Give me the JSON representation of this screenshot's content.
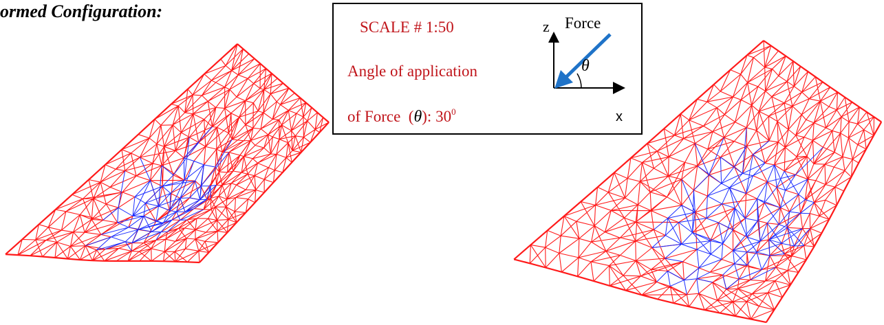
{
  "heading": "ormed Configuration:",
  "infobox": {
    "scale_label": "SCALE # 1:50",
    "angle_line": "Angle of application",
    "force_line_prefix": "of Force",
    "theta_symbol": "θ",
    "angle_value": "30",
    "degree_mark": "0",
    "axis_z": "z",
    "axis_x": "x",
    "force_label": "Force",
    "theta_label": "θ"
  },
  "colors": {
    "mesh_primary": "#ff1a1a",
    "mesh_secondary": "#1a2cff",
    "force_arrow": "#1f73c8",
    "label_red": "#c0141a"
  }
}
